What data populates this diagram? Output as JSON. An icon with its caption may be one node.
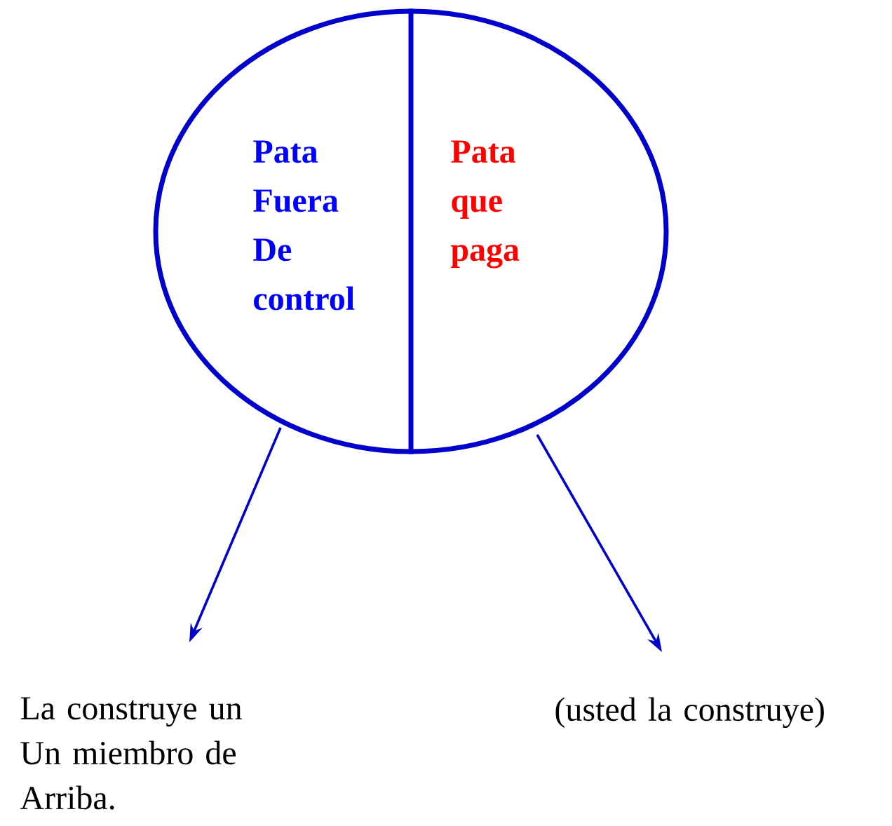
{
  "diagram": {
    "nodes": [
      {
        "text": [],
        "shape": "circle"
      },
      {
        "text": [
          "Pata Fuera De control"
        ],
        "in": 0
      },
      {
        "text": [
          "Pata que paga"
        ],
        "in": 0
      },
      {
        "text": [
          "La construye un Un miembro de Arriba."
        ]
      },
      {
        "text": [
          "(usted la construye)"
        ]
      }
    ],
    "edges": [
      {
        "from": 0,
        "to": 3,
        "arrow": "to"
      },
      {
        "from": 0,
        "to": 4,
        "arrow": "to"
      }
    ]
  }
}
